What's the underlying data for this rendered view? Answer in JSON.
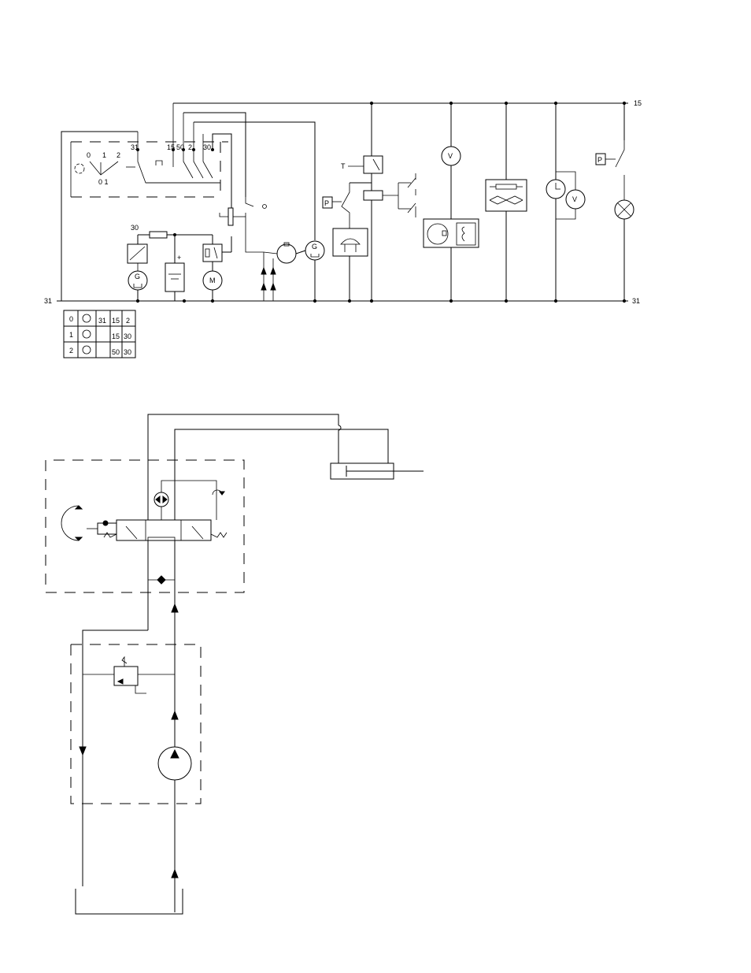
{
  "electrical": {
    "terminal_labels": {
      "rail_top": "15",
      "rail_bottom_left": "31",
      "rail_bottom_right": "31",
      "fuse_input": "30",
      "switch_31": "31",
      "switch_15": "15",
      "switch_50": "50",
      "switch_2": "2",
      "switch_30": "30"
    },
    "key_positions": {
      "p0": "0",
      "p1": "1",
      "p2": "2",
      "p01": "0 1"
    },
    "component_letters": {
      "voltmeter_1": "V",
      "voltmeter_2": "V",
      "generator": "G",
      "generator_2": "G",
      "motor": "M",
      "temp_sensor": "T",
      "pressure_sensor_1": "P",
      "pressure_sensor_2": "P",
      "battery_plus": "+"
    }
  },
  "switch_table": {
    "rows": [
      {
        "pos": "0",
        "a": "31",
        "b": "15",
        "c": "2"
      },
      {
        "pos": "1",
        "a": "",
        "b": "15",
        "c": "30"
      },
      {
        "pos": "2",
        "a": "",
        "b": "50",
        "c": "30"
      }
    ]
  }
}
